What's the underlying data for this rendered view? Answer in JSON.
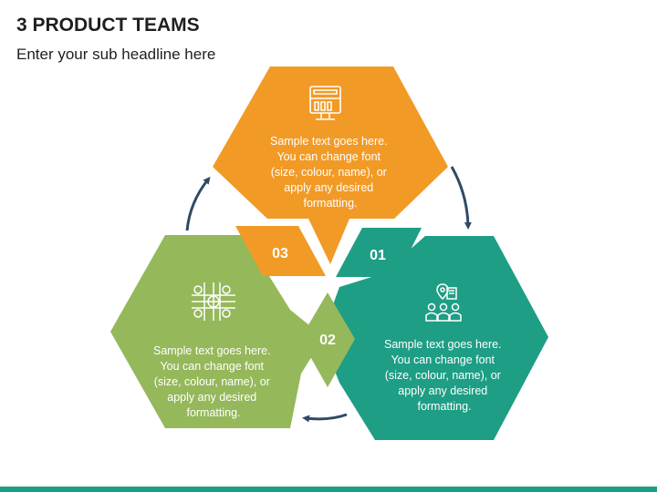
{
  "header": {
    "title": "3 PRODUCT TEAMS",
    "subtitle": "Enter your sub headline here"
  },
  "colors": {
    "orange": "#F29A26",
    "teal": "#1E9E85",
    "green": "#95B85B",
    "arrow": "#2E4A66",
    "bar": "#1E9E85"
  },
  "teams": [
    {
      "number": "01",
      "color": "teal",
      "icon": "team-location-icon",
      "text_lines": [
        "Sample text goes here.",
        "You can change font",
        "(size, colour, name), or",
        "apply any desired",
        "formatting."
      ]
    },
    {
      "number": "02",
      "color": "green",
      "icon": "network-people-icon",
      "text_lines": [
        "Sample text goes here.",
        "You can change font",
        "(size, colour, name), or",
        "apply any desired",
        "formatting."
      ]
    },
    {
      "number": "03",
      "color": "orange",
      "icon": "storefront-icon",
      "text_lines": [
        "Sample text goes here.",
        "You can change font",
        "(size, colour, name), or",
        "apply any desired",
        "formatting."
      ]
    }
  ]
}
